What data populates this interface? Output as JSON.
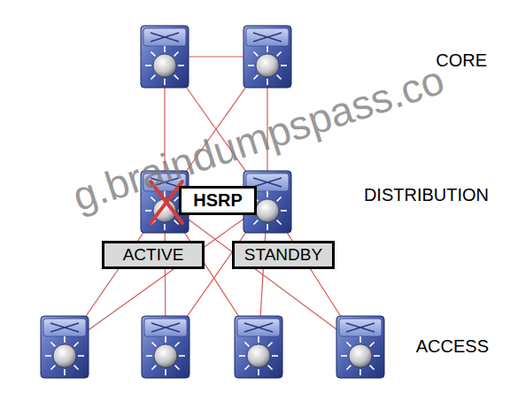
{
  "diagram": {
    "nodes": [
      {
        "text": [
          "HSRP"
        ]
      },
      {
        "text": [
          "ACTIVE"
        ]
      },
      {
        "text": [
          "STANDBY"
        ]
      }
    ],
    "labels": [
      "CORE",
      "DISTRIBUTION",
      "ACCESS",
      "g.braindumpspass.co"
    ]
  }
}
